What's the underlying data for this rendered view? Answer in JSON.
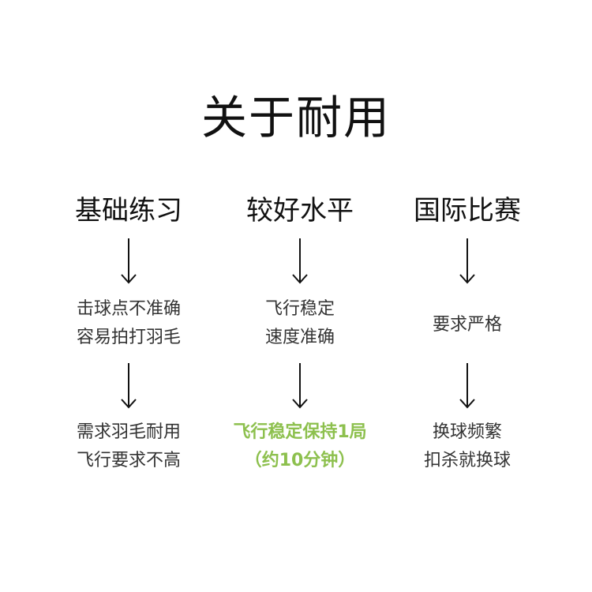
{
  "title": "关于耐用",
  "columns": [
    {
      "heading": "基础练习",
      "stage1": [
        "击球点不准确",
        "容易拍打羽毛"
      ],
      "stage2": [
        "需求羽毛耐用",
        "飞行要求不高"
      ]
    },
    {
      "heading": "较好水平",
      "stage1": [
        "飞行稳定",
        "速度准确"
      ],
      "stage2": [
        "飞行稳定保持1局",
        "（约10分钟）"
      ]
    },
    {
      "heading": "国际比赛",
      "stage1": [
        "要求严格"
      ],
      "stage2": [
        "换球频繁",
        "扣杀就换球"
      ]
    }
  ],
  "colors": {
    "text": "#1a1a1a",
    "secondary_text": "#333333",
    "highlight": "#8dc04e",
    "arrow": "#111111"
  },
  "icons": [
    "arrow-down-icon"
  ]
}
